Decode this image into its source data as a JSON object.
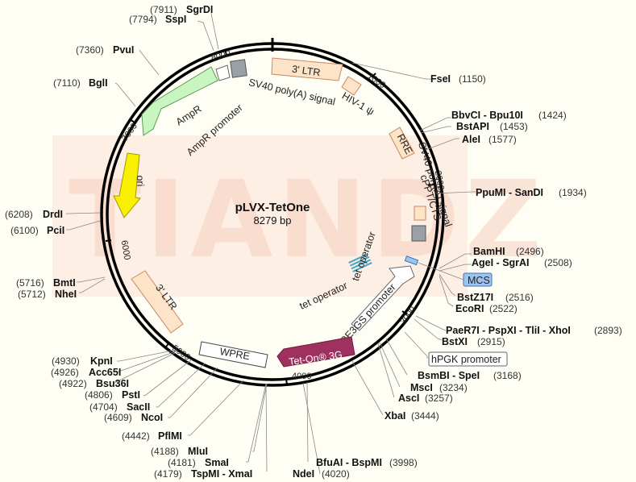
{
  "plasmid": {
    "name": "pLVX-TetOne",
    "length_label": "8279 bp",
    "length": 8279
  },
  "watermark": "TIANDZ",
  "ticks": [
    {
      "label": "1000",
      "pos": 1000
    },
    {
      "label": "2000",
      "pos": 2000
    },
    {
      "label": "3000",
      "pos": 3000
    },
    {
      "label": "4000",
      "pos": 4000
    },
    {
      "label": "5000",
      "pos": 5000
    },
    {
      "label": "6000",
      "pos": 6000
    },
    {
      "label": "7000",
      "pos": 7000
    },
    {
      "label": "8000",
      "pos": 8000
    }
  ],
  "features": [
    {
      "id": "3ltr-top",
      "label": "3' LTR"
    },
    {
      "id": "hiv1-psi",
      "label": "HIV-1 ψ"
    },
    {
      "id": "rre",
      "label": "RRE"
    },
    {
      "id": "cppt",
      "label": "cPPT/CTS"
    },
    {
      "id": "sv40-right",
      "label": "SV40 poly(A) signal"
    },
    {
      "id": "tet-op-1",
      "label": "tet operator"
    },
    {
      "id": "tet-op-2",
      "label": "tet operator"
    },
    {
      "id": "tre3gs",
      "label": "TRE3GS promoter"
    },
    {
      "id": "teton",
      "label": "Tet-On® 3G"
    },
    {
      "id": "hpgk",
      "label": "hPGK promoter"
    },
    {
      "id": "wpre",
      "label": "WPRE"
    },
    {
      "id": "3ltr-left",
      "label": "3' LTR"
    },
    {
      "id": "ori",
      "label": "ori"
    },
    {
      "id": "ampr",
      "label": "AmpR"
    },
    {
      "id": "ampr-prom",
      "label": "AmpR promoter"
    },
    {
      "id": "sv40-top",
      "label": "SV40 poly(A) signal"
    },
    {
      "id": "mcs",
      "label": "MCS"
    }
  ],
  "sites": [
    {
      "name": "SgrDI",
      "pos": "(7911)"
    },
    {
      "name": "SspI",
      "pos": "(7794)"
    },
    {
      "name": "PvuI",
      "pos": "(7360)"
    },
    {
      "name": "BglI",
      "pos": "(7110)"
    },
    {
      "name": "FseI",
      "pos": "(1150)"
    },
    {
      "name": "BbvCI - Bpu10I",
      "pos": "(1424)"
    },
    {
      "name": "BstAPI",
      "pos": "(1453)"
    },
    {
      "name": "AleI",
      "pos": "(1577)"
    },
    {
      "name": "PpuMI - SanDI",
      "pos": "(1934)"
    },
    {
      "name": "DrdI",
      "pos": "(6208)"
    },
    {
      "name": "PciI",
      "pos": "(6100)"
    },
    {
      "name": "BamHI",
      "pos": "(2496)"
    },
    {
      "name": "AgeI - SgrAI",
      "pos": "(2508)"
    },
    {
      "name": "BmtI",
      "pos": "(5716)"
    },
    {
      "name": "NheI",
      "pos": "(5712)"
    },
    {
      "name": "BstZ17I",
      "pos": "(2516)"
    },
    {
      "name": "EcoRI",
      "pos": "(2522)"
    },
    {
      "name": "PaeR7I - PspXI - TliI - XhoI",
      "pos": "(2893)"
    },
    {
      "name": "BstXI",
      "pos": "(2915)"
    },
    {
      "name": "KpnI",
      "pos": "(4930)"
    },
    {
      "name": "Acc65I",
      "pos": "(4926)"
    },
    {
      "name": "Bsu36I",
      "pos": "(4922)"
    },
    {
      "name": "PstI",
      "pos": "(4806)"
    },
    {
      "name": "SacII",
      "pos": "(4704)"
    },
    {
      "name": "NcoI",
      "pos": "(4609)"
    },
    {
      "name": "BsmBI - SpeI",
      "pos": "(3168)"
    },
    {
      "name": "MscI",
      "pos": "(3234)"
    },
    {
      "name": "AscI",
      "pos": "(3257)"
    },
    {
      "name": "PflMI",
      "pos": "(4442)"
    },
    {
      "name": "XbaI",
      "pos": "(3444)"
    },
    {
      "name": "MluI",
      "pos": "(4188)"
    },
    {
      "name": "SmaI",
      "pos": "(4181)"
    },
    {
      "name": "TspMI - XmaI",
      "pos": "(4179)"
    },
    {
      "name": "BfuAI - BspMI",
      "pos": "(3998)"
    },
    {
      "name": "NdeI",
      "pos": "(4020)"
    }
  ],
  "colors": {
    "ltr": "#fde3c8",
    "ampr": "#c8f5c0",
    "ori": "#f8f000",
    "teton": "#a0305f",
    "polyA": "#9aa0a6",
    "tetop": "#4aa7c8",
    "mcs": "#9ec4f0",
    "watermark": "#f6cfbf"
  }
}
